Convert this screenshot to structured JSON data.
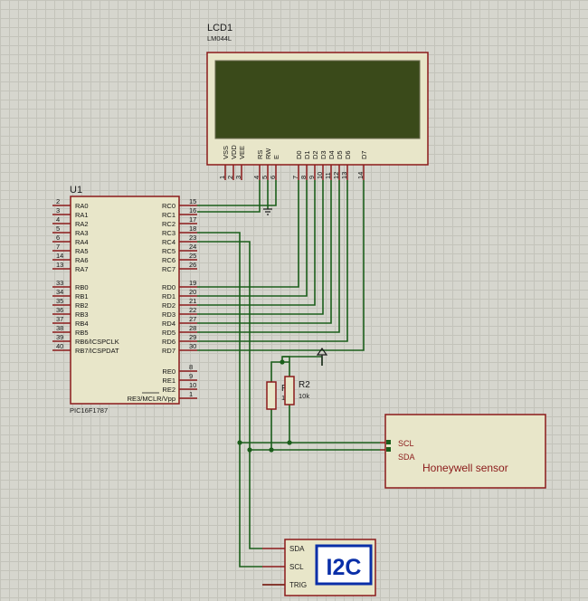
{
  "colors": {
    "background": "#d6d6ce",
    "grid": "#c3c3ba",
    "component_fill": "#e8e6c9",
    "component_border": "#8b1a1a",
    "pin": "#8b1a1a",
    "wire": "#1b5e1b",
    "lcd_screen": "#3a4a1a",
    "i2c_text": "#0a2fa8"
  },
  "lcd": {
    "ref": "LCD1",
    "part": "LM044L",
    "pins": [
      {
        "name": "VSS",
        "num": "1"
      },
      {
        "name": "VDD",
        "num": "2"
      },
      {
        "name": "VEE",
        "num": "3"
      },
      {
        "name": "RS",
        "num": "4"
      },
      {
        "name": "RW",
        "num": "5"
      },
      {
        "name": "E",
        "num": "6"
      },
      {
        "name": "D0",
        "num": "7"
      },
      {
        "name": "D1",
        "num": "8"
      },
      {
        "name": "D2",
        "num": "9"
      },
      {
        "name": "D3",
        "num": "10"
      },
      {
        "name": "D4",
        "num": "11"
      },
      {
        "name": "D5",
        "num": "12"
      },
      {
        "name": "D6",
        "num": "13"
      },
      {
        "name": "D7",
        "num": "14"
      }
    ]
  },
  "mcu": {
    "ref": "U1",
    "part": "PIC16F1787",
    "left_pins": [
      {
        "name": "RA0",
        "num": "2"
      },
      {
        "name": "RA1",
        "num": "3"
      },
      {
        "name": "RA2",
        "num": "4"
      },
      {
        "name": "RA3",
        "num": "5"
      },
      {
        "name": "RA4",
        "num": "6"
      },
      {
        "name": "RA5",
        "num": "7"
      },
      {
        "name": "RA6",
        "num": "14"
      },
      {
        "name": "RA7",
        "num": "13"
      },
      {
        "name": "RB0",
        "num": "33"
      },
      {
        "name": "RB1",
        "num": "34"
      },
      {
        "name": "RB2",
        "num": "35"
      },
      {
        "name": "RB3",
        "num": "36"
      },
      {
        "name": "RB4",
        "num": "37"
      },
      {
        "name": "RB5",
        "num": "38"
      },
      {
        "name": "RB6/ICSPCLK",
        "num": "39"
      },
      {
        "name": "RB7/ICSPDAT",
        "num": "40"
      }
    ],
    "right_pins": [
      {
        "name": "RC0",
        "num": "15"
      },
      {
        "name": "RC1",
        "num": "16"
      },
      {
        "name": "RC2",
        "num": "17"
      },
      {
        "name": "RC3",
        "num": "18"
      },
      {
        "name": "RC4",
        "num": "23"
      },
      {
        "name": "RC5",
        "num": "24"
      },
      {
        "name": "RC6",
        "num": "25"
      },
      {
        "name": "RC7",
        "num": "26"
      },
      {
        "name": "RD0",
        "num": "19"
      },
      {
        "name": "RD1",
        "num": "20"
      },
      {
        "name": "RD2",
        "num": "21"
      },
      {
        "name": "RD3",
        "num": "22"
      },
      {
        "name": "RD4",
        "num": "27"
      },
      {
        "name": "RD5",
        "num": "28"
      },
      {
        "name": "RD6",
        "num": "29"
      },
      {
        "name": "RD7",
        "num": "30"
      },
      {
        "name": "RE0",
        "num": "8"
      },
      {
        "name": "RE1",
        "num": "9"
      },
      {
        "name": "RE2",
        "num": "10"
      },
      {
        "name": "RE3/MCLR/Vpp",
        "num": "1"
      }
    ]
  },
  "resistors": {
    "r1_ref": "R1",
    "r1_value": "10k",
    "r2_ref": "R2",
    "r2_value": "10k"
  },
  "sensor": {
    "label": "Honeywell sensor",
    "pin_scl": "SCL",
    "pin_sda": "SDA"
  },
  "i2c": {
    "label": "I2C",
    "pin_sda": "SDA",
    "pin_scl": "SCL",
    "pin_trig": "TRIG"
  }
}
